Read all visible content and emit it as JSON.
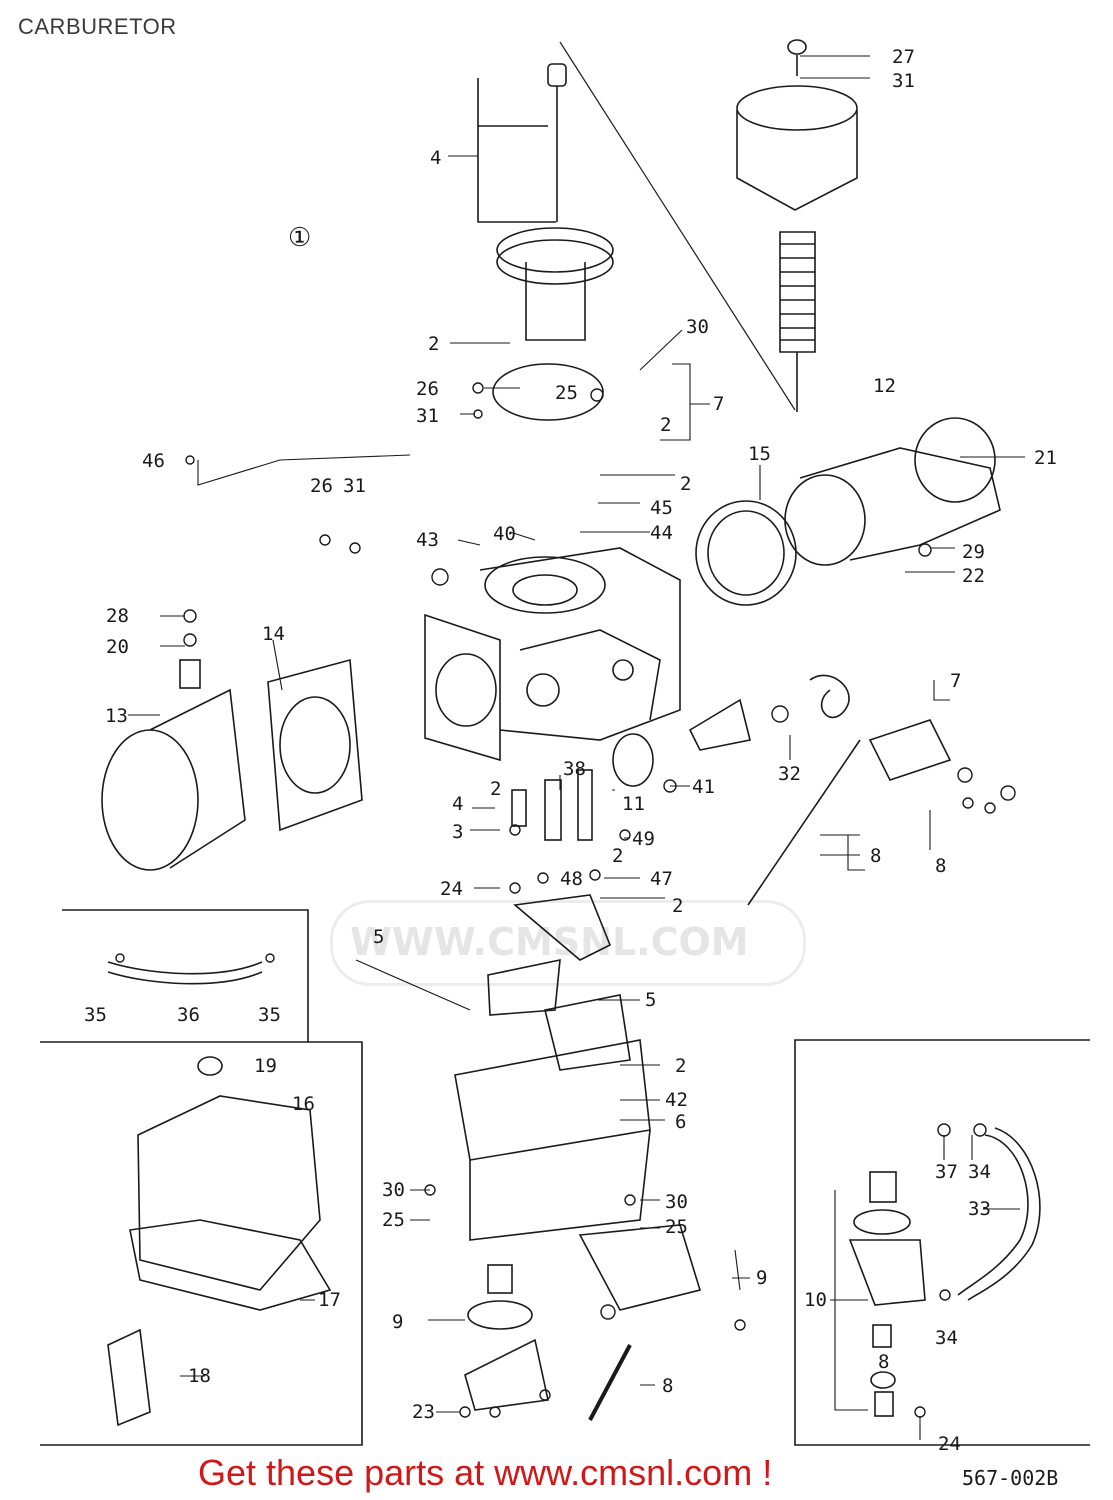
{
  "title": "CARBURETOR",
  "assembly_mark": "①",
  "cta": "Get these parts at www.cmsnl.com !",
  "diagram_code": "567-002B",
  "watermark": "WWW.CMSNL.COM",
  "colors": {
    "cta": "#d01818",
    "line": "#1a1a1a",
    "title": "#3a3a3a"
  },
  "callouts": [
    {
      "id": "c1",
      "text": "27"
    },
    {
      "id": "c2",
      "text": "31"
    },
    {
      "id": "c3",
      "text": "4"
    },
    {
      "id": "c4",
      "text": "2"
    },
    {
      "id": "c5",
      "text": "30"
    },
    {
      "id": "c6",
      "text": "26"
    },
    {
      "id": "c7",
      "text": "25"
    },
    {
      "id": "c8",
      "text": "7"
    },
    {
      "id": "c9",
      "text": "31"
    },
    {
      "id": "c10",
      "text": "2"
    },
    {
      "id": "c11",
      "text": "12"
    },
    {
      "id": "c12",
      "text": "46"
    },
    {
      "id": "c13",
      "text": "2"
    },
    {
      "id": "c14",
      "text": "15"
    },
    {
      "id": "c15",
      "text": "21"
    },
    {
      "id": "c16",
      "text": "26"
    },
    {
      "id": "c17",
      "text": "31"
    },
    {
      "id": "c18",
      "text": "45"
    },
    {
      "id": "c19",
      "text": "43"
    },
    {
      "id": "c20",
      "text": "40"
    },
    {
      "id": "c21",
      "text": "44"
    },
    {
      "id": "c22",
      "text": "29"
    },
    {
      "id": "c23",
      "text": "22"
    },
    {
      "id": "c24",
      "text": "28"
    },
    {
      "id": "c25",
      "text": "14"
    },
    {
      "id": "c26",
      "text": "20"
    },
    {
      "id": "c27",
      "text": "7"
    },
    {
      "id": "c28",
      "text": "13"
    },
    {
      "id": "c29",
      "text": "32"
    },
    {
      "id": "c30",
      "text": "41"
    },
    {
      "id": "c31",
      "text": "2"
    },
    {
      "id": "c32",
      "text": "38"
    },
    {
      "id": "c33",
      "text": "4"
    },
    {
      "id": "c34",
      "text": "11"
    },
    {
      "id": "c35",
      "text": "3"
    },
    {
      "id": "c36",
      "text": "49"
    },
    {
      "id": "c37",
      "text": "8"
    },
    {
      "id": "c38",
      "text": "2"
    },
    {
      "id": "c39",
      "text": "8"
    },
    {
      "id": "c40",
      "text": "24"
    },
    {
      "id": "c41",
      "text": "48"
    },
    {
      "id": "c42",
      "text": "47"
    },
    {
      "id": "c43",
      "text": "2"
    },
    {
      "id": "c44",
      "text": "5"
    },
    {
      "id": "c45",
      "text": "35"
    },
    {
      "id": "c46",
      "text": "36"
    },
    {
      "id": "c47",
      "text": "35"
    },
    {
      "id": "c48",
      "text": "5"
    },
    {
      "id": "c49",
      "text": "19"
    },
    {
      "id": "c50",
      "text": "2"
    },
    {
      "id": "c51",
      "text": "16"
    },
    {
      "id": "c52",
      "text": "42"
    },
    {
      "id": "c53",
      "text": "6"
    },
    {
      "id": "c54",
      "text": "37"
    },
    {
      "id": "c55",
      "text": "34"
    },
    {
      "id": "c56",
      "text": "30"
    },
    {
      "id": "c57",
      "text": "30"
    },
    {
      "id": "c58",
      "text": "25"
    },
    {
      "id": "c59",
      "text": "25"
    },
    {
      "id": "c60",
      "text": "33"
    },
    {
      "id": "c61",
      "text": "9"
    },
    {
      "id": "c62",
      "text": "17"
    },
    {
      "id": "c63",
      "text": "9"
    },
    {
      "id": "c64",
      "text": "10"
    },
    {
      "id": "c65",
      "text": "34"
    },
    {
      "id": "c66",
      "text": "8"
    },
    {
      "id": "c67",
      "text": "18"
    },
    {
      "id": "c68",
      "text": "8"
    },
    {
      "id": "c69",
      "text": "23"
    },
    {
      "id": "c70",
      "text": "24"
    }
  ]
}
